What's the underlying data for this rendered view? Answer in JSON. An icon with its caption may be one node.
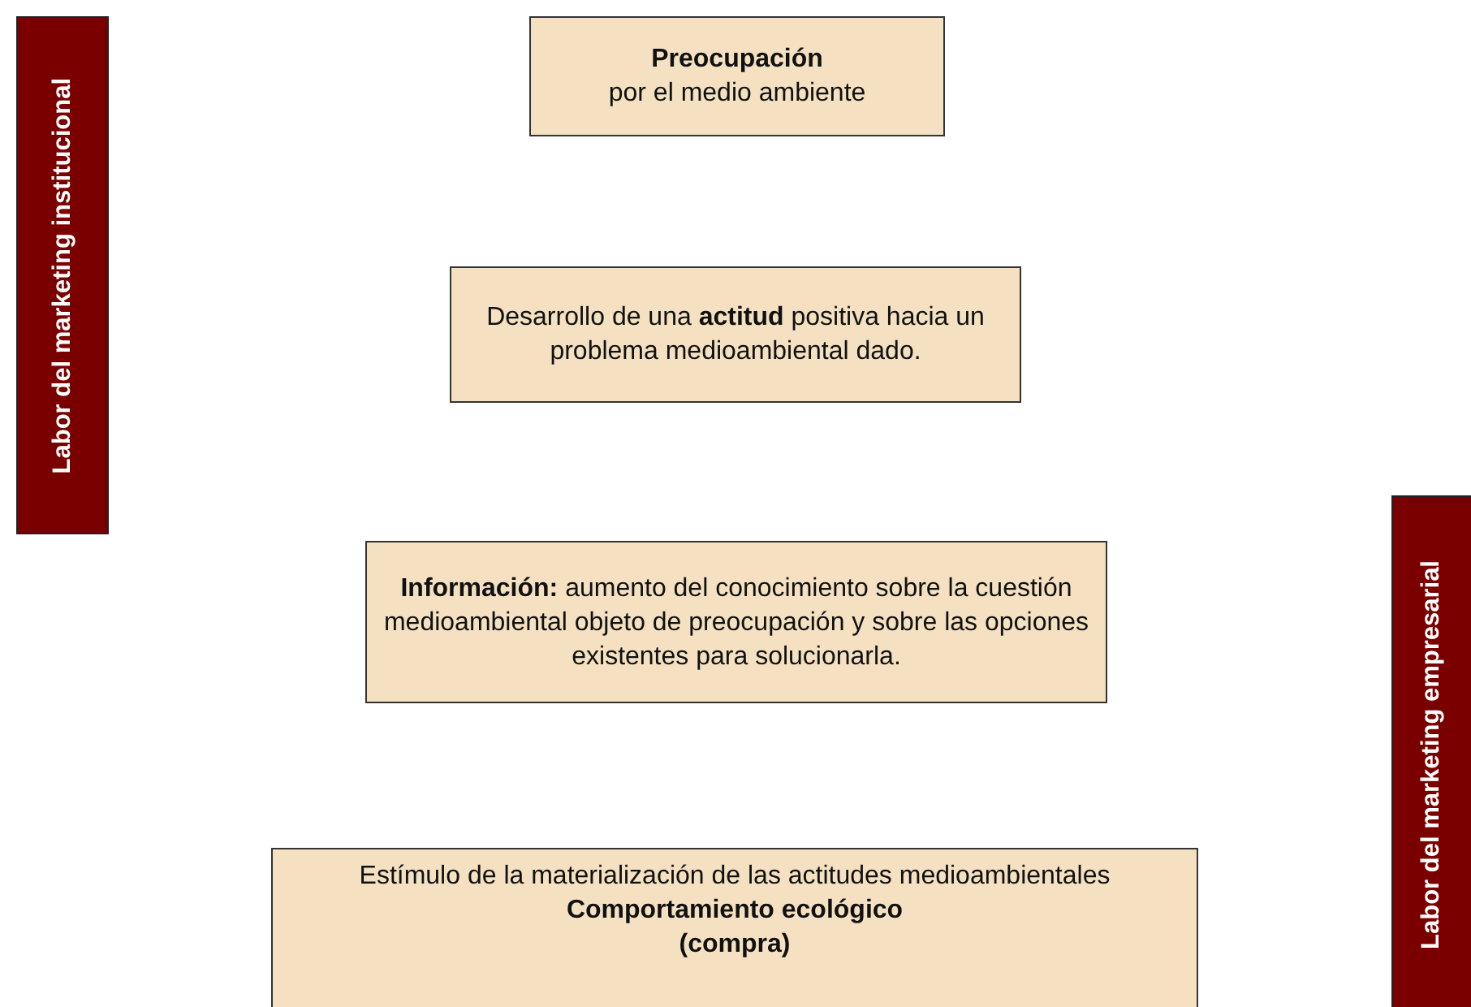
{
  "diagram": {
    "nodes": [
      {
        "text": [
          "Labor del marketing institucional"
        ]
      },
      {
        "text": [
          "Preocupación",
          "por el medio ambiente"
        ]
      },
      {
        "text": [
          "Desarrollo de una **actitud** positiva hacia un problema medioambiental dado."
        ]
      },
      {
        "text": [
          "**Información:** aumento del conocimiento sobre la cuestión medioambiental objeto de preocupación y sobre las opciones existentes para solucionarla."
        ]
      },
      {
        "text": [
          "Estímulo de la materialización de las actitudes medioambientales",
          "Comportamiento ecológico",
          "(compra)"
        ]
      },
      {
        "text": [
          "Labor del marketing empresarial"
        ]
      }
    ]
  }
}
